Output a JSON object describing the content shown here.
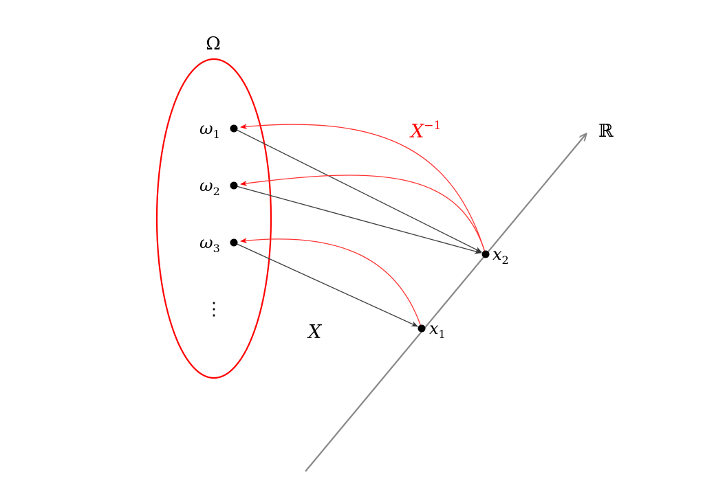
{
  "labels": {
    "sample_space": "Ω",
    "omega1": "ω",
    "omega1_sub": "1",
    "omega2": "ω",
    "omega2_sub": "2",
    "omega3": "ω",
    "omega3_sub": "3",
    "vdots": "⋮",
    "x1": "x",
    "x1_sub": "1",
    "x2": "x",
    "x2_sub": "2",
    "real_line": "ℝ",
    "map": "X",
    "inverse_map": "X",
    "inverse_sup": "−1"
  },
  "colors": {
    "ellipse": "#ff0000",
    "inverse_arrows": "#ff3333",
    "forward_arrows": "#444444",
    "axis": "#888888",
    "points": "#000000"
  }
}
